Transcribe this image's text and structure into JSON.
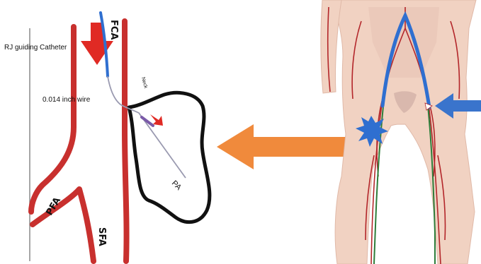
{
  "labels": {
    "catheter": "RJ guiding Catheter",
    "fca": "FCA",
    "wire": "0.014 inch wire",
    "neck": "Neck",
    "pa": "PA",
    "pfa": "PFA",
    "sfa": "SFA"
  },
  "colors": {
    "artery": "#c8302e",
    "catheter": "#2f6fd0",
    "aneurysm_outline": "#111111",
    "arrow_red": "#e02a24",
    "arrow_orange": "#f08a3c",
    "arrow_blue": "#3a74cc",
    "skin": "#f1d2c2",
    "wire_green": "#2e7d3a"
  },
  "icons": {
    "puncture_marker": "starburst-icon",
    "entry_arrow": "arrow-left-icon",
    "transition_arrow": "arrow-left-icon"
  }
}
